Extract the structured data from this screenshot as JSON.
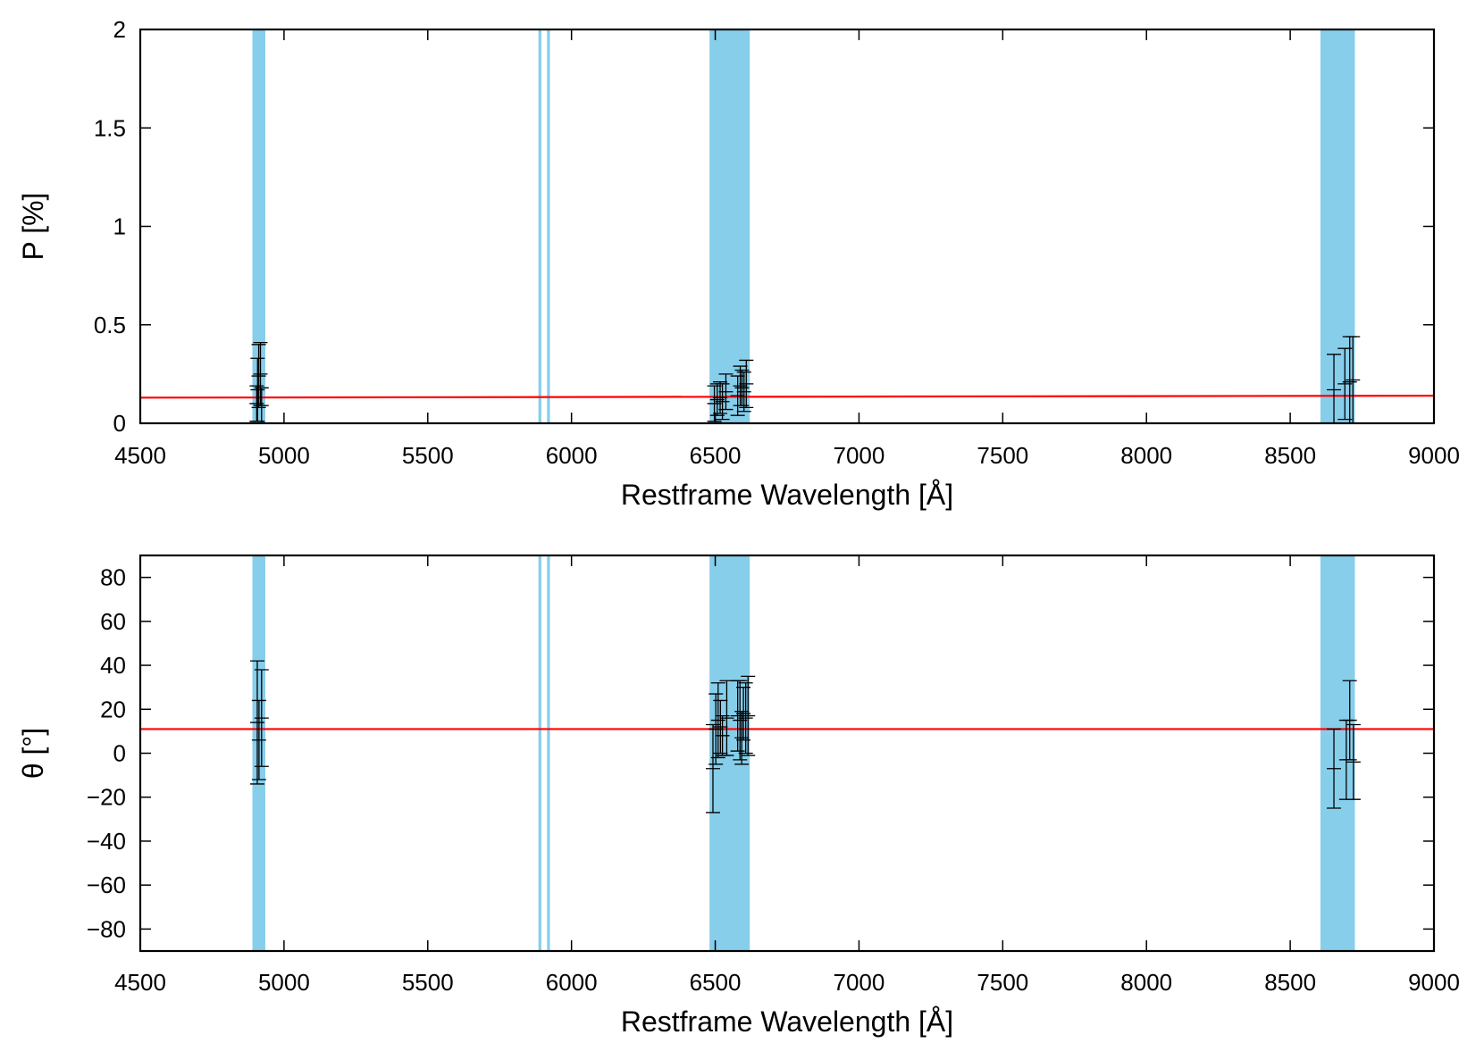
{
  "chart_data": [
    {
      "type": "scatter",
      "xlabel": "Restframe Wavelength [Å]",
      "ylabel": "P [%]",
      "xlim": [
        4500,
        9000
      ],
      "ylim": [
        0,
        2
      ],
      "xticks": [
        4500,
        5000,
        5500,
        6000,
        6500,
        7000,
        7500,
        8000,
        8500,
        9000
      ],
      "yticks": [
        0,
        0.5,
        1,
        1.5,
        2
      ],
      "ytick_labels": [
        "0",
        "0.5",
        "1",
        "1.5",
        "2"
      ],
      "grid": false,
      "shaded_bands": [
        [
          4890,
          4935
        ],
        [
          5885,
          5895
        ],
        [
          5915,
          5925
        ],
        [
          6480,
          6620
        ],
        [
          8605,
          8725
        ]
      ],
      "band_color": "#87ceeb",
      "fit_line": {
        "color": "#ff0000",
        "x": [
          4500,
          9000
        ],
        "y": [
          0.13,
          0.14
        ]
      },
      "points": [
        {
          "x": 4905,
          "y": 0.1,
          "err": 0.09
        },
        {
          "x": 4908,
          "y": 0.17,
          "err": 0.16
        },
        {
          "x": 4912,
          "y": 0.24,
          "err": 0.16
        },
        {
          "x": 4918,
          "y": 0.25,
          "err": 0.16
        },
        {
          "x": 4922,
          "y": 0.09,
          "err": 0.09
        },
        {
          "x": 6497,
          "y": 0.1,
          "err": 0.09
        },
        {
          "x": 6507,
          "y": 0.12,
          "err": 0.08
        },
        {
          "x": 6517,
          "y": 0.13,
          "err": 0.08
        },
        {
          "x": 6525,
          "y": 0.11,
          "err": 0.09
        },
        {
          "x": 6537,
          "y": 0.16,
          "err": 0.09
        },
        {
          "x": 6578,
          "y": 0.14,
          "err": 0.1
        },
        {
          "x": 6587,
          "y": 0.19,
          "err": 0.1
        },
        {
          "x": 6593,
          "y": 0.18,
          "err": 0.09
        },
        {
          "x": 6600,
          "y": 0.16,
          "err": 0.1
        },
        {
          "x": 6608,
          "y": 0.2,
          "err": 0.12
        },
        {
          "x": 8652,
          "y": 0.17,
          "err": 0.18
        },
        {
          "x": 8690,
          "y": 0.2,
          "err": 0.18
        },
        {
          "x": 8707,
          "y": 0.21,
          "err": 0.23
        },
        {
          "x": 8718,
          "y": 0.22,
          "err": 0.22
        }
      ]
    },
    {
      "type": "scatter",
      "xlabel": "Restframe Wavelength [Å]",
      "ylabel": "θ [°]",
      "xlim": [
        4500,
        9000
      ],
      "ylim": [
        -90,
        90
      ],
      "xticks": [
        4500,
        5000,
        5500,
        6000,
        6500,
        7000,
        7500,
        8000,
        8500,
        9000
      ],
      "yticks": [
        -80,
        -60,
        -40,
        -20,
        0,
        20,
        40,
        60,
        80
      ],
      "ytick_labels": [
        "−80",
        "−60",
        "−40",
        "−20",
        "0",
        "20",
        "40",
        "60",
        "80"
      ],
      "grid": false,
      "shaded_bands": [
        [
          4890,
          4935
        ],
        [
          5885,
          5895
        ],
        [
          5915,
          5925
        ],
        [
          6480,
          6620
        ],
        [
          8605,
          8725
        ]
      ],
      "band_color": "#87ceeb",
      "fit_line": {
        "color": "#ff0000",
        "x": [
          4500,
          9000
        ],
        "y": [
          11,
          11
        ]
      },
      "points": [
        {
          "x": 4907,
          "y": 14,
          "err": 28
        },
        {
          "x": 4913,
          "y": 6,
          "err": 18
        },
        {
          "x": 4922,
          "y": 16,
          "err": 22
        },
        {
          "x": 6492,
          "y": -7,
          "err": 20
        },
        {
          "x": 6502,
          "y": 11,
          "err": 16
        },
        {
          "x": 6510,
          "y": 15,
          "err": 17
        },
        {
          "x": 6518,
          "y": 12,
          "err": 12
        },
        {
          "x": 6525,
          "y": 8,
          "err": 9
        },
        {
          "x": 6540,
          "y": 16,
          "err": 17
        },
        {
          "x": 6578,
          "y": 17,
          "err": 16
        },
        {
          "x": 6586,
          "y": 15,
          "err": 18
        },
        {
          "x": 6592,
          "y": 7,
          "err": 12
        },
        {
          "x": 6598,
          "y": 18,
          "err": 12
        },
        {
          "x": 6606,
          "y": 16,
          "err": 16
        },
        {
          "x": 6614,
          "y": 17,
          "err": 18
        },
        {
          "x": 8652,
          "y": -7,
          "err": 18
        },
        {
          "x": 8695,
          "y": -3,
          "err": 18
        },
        {
          "x": 8707,
          "y": 15,
          "err": 18
        },
        {
          "x": 8720,
          "y": -4,
          "err": 17
        }
      ]
    }
  ]
}
